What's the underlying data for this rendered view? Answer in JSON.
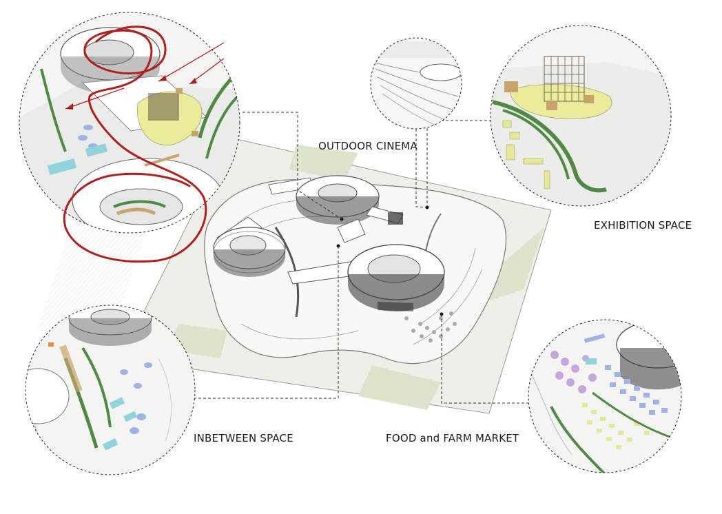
{
  "labels": {
    "outdoor_cinema": "OUTDOOR CINEMA",
    "exhibition_space": "EXHIBITION SPACE",
    "inbetween_space": "INBETWEEN SPACE",
    "food_farm_market": "FOOD and FARM MARKET"
  },
  "colors": {
    "site_ground": "#eeefe9",
    "site_green": "#d9e2c8",
    "roof_white": "#ffffff",
    "building_edge": "#6e6e6e",
    "path_red": "#b01e1e",
    "planter_green": "#4e8a44",
    "plaza_yellow": "#e9ec9a",
    "kiosk_tan": "#c9a46a",
    "seat_cyan": "#8fd3dc",
    "seat_blue": "#9fb3e6",
    "seat_purple": "#c8a6e0",
    "seat_yellow": "#e7e79a",
    "leader_line": "#333333"
  }
}
